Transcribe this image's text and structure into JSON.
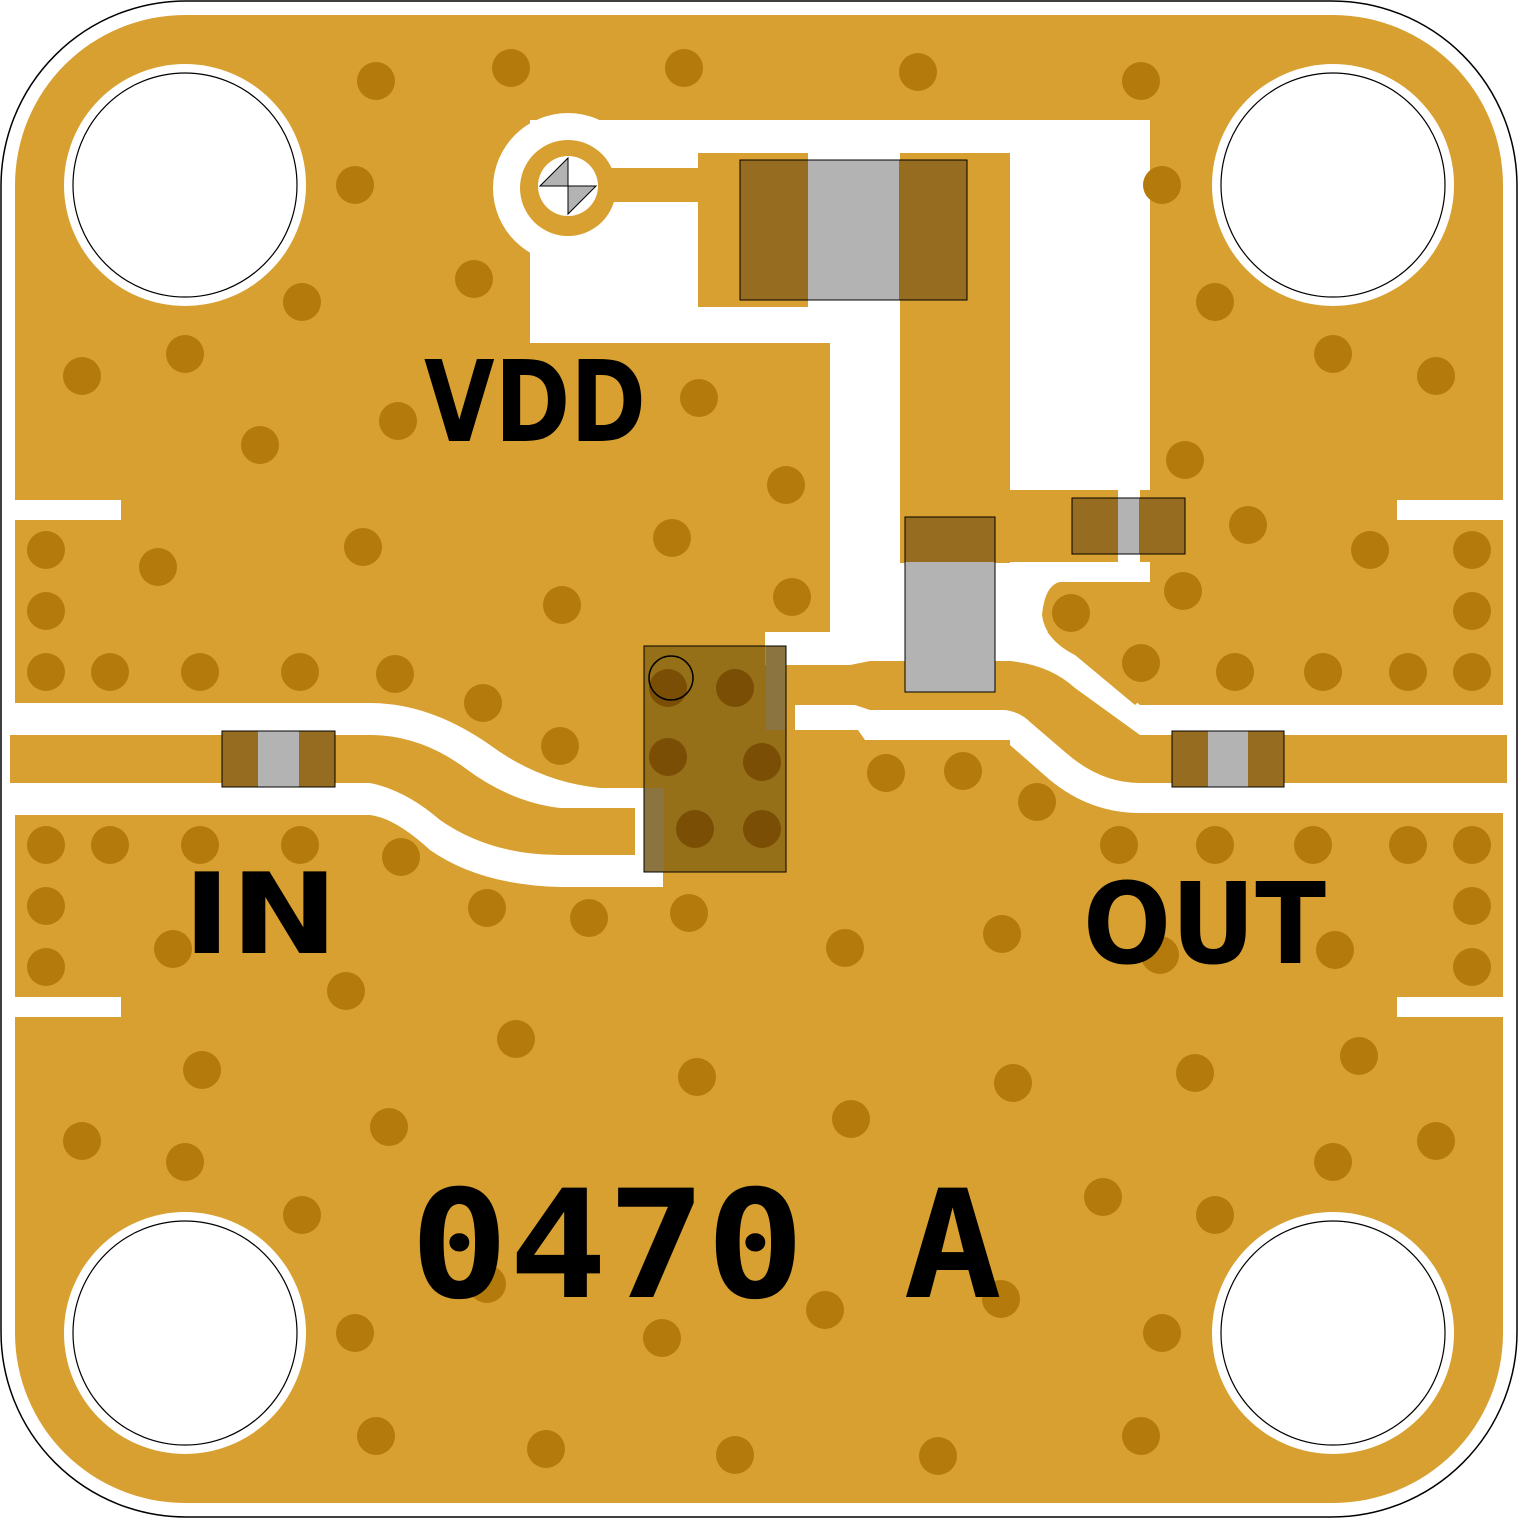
{
  "board": {
    "labels": {
      "vdd": "VDD",
      "input": "IN",
      "output": "OUT",
      "part_number": "0470 A"
    },
    "colors": {
      "copper": "#D8A030",
      "via": "#B47A0C",
      "pad": "#966C20",
      "component_body": "#B3B3B3",
      "clearance": "#FFFFFF"
    }
  }
}
